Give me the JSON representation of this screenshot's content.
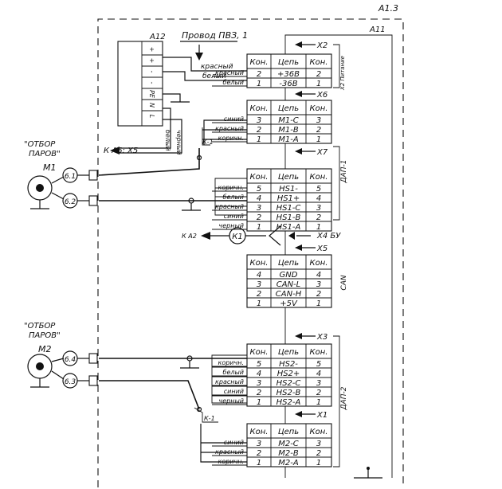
{
  "frame_label": "A1.3",
  "a11_label": "A11",
  "a12_label": "A12",
  "wire_type": "Провод ПВЗ, 1",
  "a12_terminals": [
    "+",
    "+",
    "-",
    "-",
    "PE",
    "N",
    "L"
  ],
  "a12_wires_red": "красный",
  "a12_wires_white": "белый",
  "a12_wire_white_v": "белый",
  "a12_wire_black_v": "черный",
  "to_a6": "К А6: Х5",
  "to_a2": "К А2",
  "k1_label": "К1",
  "k2_label": "К-1",
  "k3_label": "К-1",
  "x4_label": "Х4  БУ",
  "otbor1": "\"ОТБОР",
  "parov1": "ПАРОВ\"",
  "m1": "М1",
  "m1_pins": [
    "6.1",
    "6.2"
  ],
  "otbor2": "\"ОТБОР",
  "parov2": "ПАРОВ\"",
  "m2": "М2",
  "m2_pins": [
    "6.4",
    "6.3"
  ],
  "headers": {
    "kon": "Кон.",
    "cep": "Цепь"
  },
  "blocks": [
    {
      "id": "X2",
      "label": "Х2",
      "rows": [
        [
          "2",
          "+36В",
          "2"
        ],
        [
          "1",
          "-36В",
          "1"
        ]
      ],
      "wires": [
        "красный",
        "белый"
      ]
    },
    {
      "id": "X6",
      "label": "Х6",
      "rows": [
        [
          "3",
          "М1-С",
          "3"
        ],
        [
          "2",
          "М1-В",
          "2"
        ],
        [
          "1",
          "М1-А",
          "1"
        ]
      ],
      "wires": [
        "синий",
        "красный",
        "коричн."
      ]
    },
    {
      "id": "X7",
      "label": "Х7",
      "rows": [
        [
          "5",
          "HS1-",
          "5"
        ],
        [
          "4",
          "HS1+",
          "4"
        ],
        [
          "3",
          "HS1-С",
          "3"
        ],
        [
          "2",
          "HS1-В",
          "2"
        ],
        [
          "1",
          "HS1-А",
          "1"
        ]
      ],
      "wires": [
        "коричн.",
        "белый",
        "красный",
        "синий",
        "черный"
      ]
    },
    {
      "id": "X5",
      "label": "Х5",
      "rows": [
        [
          "4",
          "GND",
          "4"
        ],
        [
          "3",
          "CAN-L",
          "3"
        ],
        [
          "2",
          "CAN-H",
          "2"
        ],
        [
          "1",
          "+5V",
          "1"
        ]
      ],
      "wires": []
    },
    {
      "id": "X3",
      "label": "Х3",
      "rows": [
        [
          "5",
          "HS2-",
          "5"
        ],
        [
          "4",
          "HS2+",
          "4"
        ],
        [
          "3",
          "HS2-С",
          "3"
        ],
        [
          "2",
          "HS2-В",
          "2"
        ],
        [
          "1",
          "HS2-А",
          "1"
        ]
      ],
      "wires": [
        "коричн.",
        "белый",
        "красный",
        "синий",
        "черный"
      ]
    },
    {
      "id": "X1",
      "label": "Х1",
      "rows": [
        [
          "3",
          "М2-С",
          "3"
        ],
        [
          "2",
          "М2-В",
          "2"
        ],
        [
          "1",
          "М2-А",
          "1"
        ]
      ],
      "wires": [
        "синий",
        "красный",
        "коричн."
      ]
    }
  ],
  "side_labels": [
    "Х2 Питание",
    "ДАП-1",
    "CAN",
    "ДАП-2"
  ]
}
